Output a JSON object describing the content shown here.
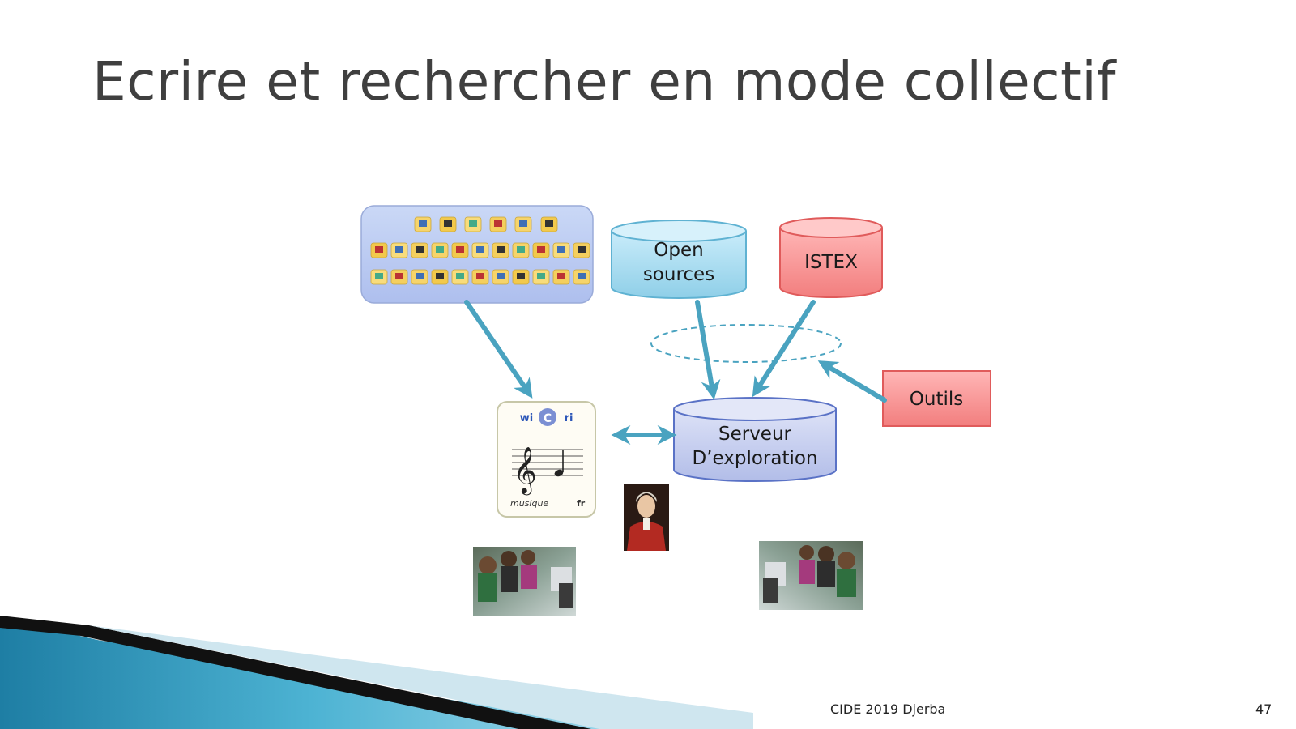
{
  "slide": {
    "title": "Ecrire et rechercher en mode collectif",
    "footer_event": "CIDE 2019 Djerba",
    "page_number": "47"
  },
  "nodes": {
    "open_sources": [
      "Open",
      "sources"
    ],
    "istex": "ISTEX",
    "outils": "Outils",
    "serveur": [
      "Serveur",
      "D’exploration"
    ]
  },
  "wiki_card": {
    "prefix": "wi",
    "logo_letter": "C",
    "suffix": "ri",
    "caption": "musique",
    "lang": "fr"
  },
  "colors": {
    "arrow": "#4aa3c0",
    "cyl_blue": "#a9dbf0",
    "cyl_red": "#f79c9c",
    "cyl_lavender": "#c8cfef",
    "footer_band": "#2a90b4"
  }
}
